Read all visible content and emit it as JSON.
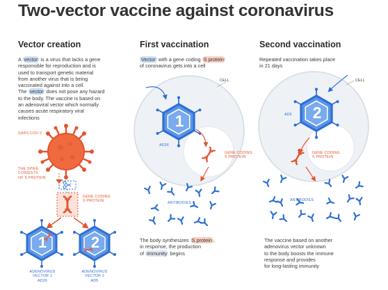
{
  "title": "Two-vector vaccine against coronavirus",
  "columns": {
    "vector_creation": {
      "heading": "Vector creation",
      "para": {
        "p1": "A",
        "hl_vector": "vector",
        "p2": "is a virus that lacks a gene",
        "p3": "responsible for reproduction and is",
        "p4": "used to transport genetic material",
        "p5": "from another virus that is being",
        "p6": "vaccinated against into a cell.",
        "p7": "The",
        "hl_vector2": "vector",
        "p8": "does not pose any hazard",
        "p9": "to the body. The vaccine is based on",
        "p10": "an adenoviral vector which normally",
        "p11": "causes acute respiratory viral",
        "p12": "infections"
      },
      "sars_label": "SARS-COV-2",
      "spike_label": [
        "THE SPIKE",
        "CONSISTS",
        "OF S PROTEIN"
      ],
      "gene_label": [
        "GENE CODING",
        "S PROTEIN"
      ],
      "vector1_label": [
        "ADENOVIRUS",
        "VECTOR 1",
        "AD26"
      ],
      "vector2_label": [
        "ADENOVIRUS",
        "VECTOR 2",
        "AD5"
      ],
      "hex1_number": "1",
      "hex2_number": "2"
    },
    "first_vaccination": {
      "heading": "First vaccination",
      "intro": {
        "hl_vector": "Vector",
        "p1": "with a gene coding",
        "hl_protein": "S protein",
        "p2": "of coronavirus gets into a cell"
      },
      "cell_label": "CELL",
      "ad_label": "AD26",
      "hex_number": "1",
      "gene_label": [
        "GENE CODING",
        "S PROTEIN"
      ],
      "antibodies_label": "ANTIBODIES",
      "bottom": {
        "p1": "The body synthesizes",
        "hl_protein": "S protein",
        "p1b": ",",
        "p2": "in response, the production",
        "p3": "of",
        "hl_immunity": "immunity",
        "p3b": "begins"
      }
    },
    "second_vaccination": {
      "heading": "Second vaccination",
      "intro": [
        "Repeated vaccination takes place",
        "in 21 days"
      ],
      "cell_label": "CELL",
      "ad_label": "AD5",
      "hex_number": "2",
      "gene_label": [
        "GENE CODING",
        "S PROTEIN"
      ],
      "antibodies_label": "ANTIBODIES",
      "bottom": [
        "The vaccine based on another",
        "adenovirus vector unknown",
        "to the body boosts the immune",
        "response and provides",
        "for long-lasting immunity"
      ]
    }
  },
  "colors": {
    "red": "#e2542f",
    "blue": "#2f6fd6",
    "hex_fill": "#5b95e6",
    "hex_stroke": "#2f6fd6",
    "cell_fill": "#eef1f5",
    "highlight_blue": "#c9dcf3",
    "highlight_pink": "#f8cdbf"
  },
  "icons": [
    "coronavirus-icon",
    "adenovirus-hexagon-icon",
    "dna-strand-icon",
    "antibody-icon",
    "cell-icon",
    "arrow-icon",
    "scissors-icon"
  ]
}
